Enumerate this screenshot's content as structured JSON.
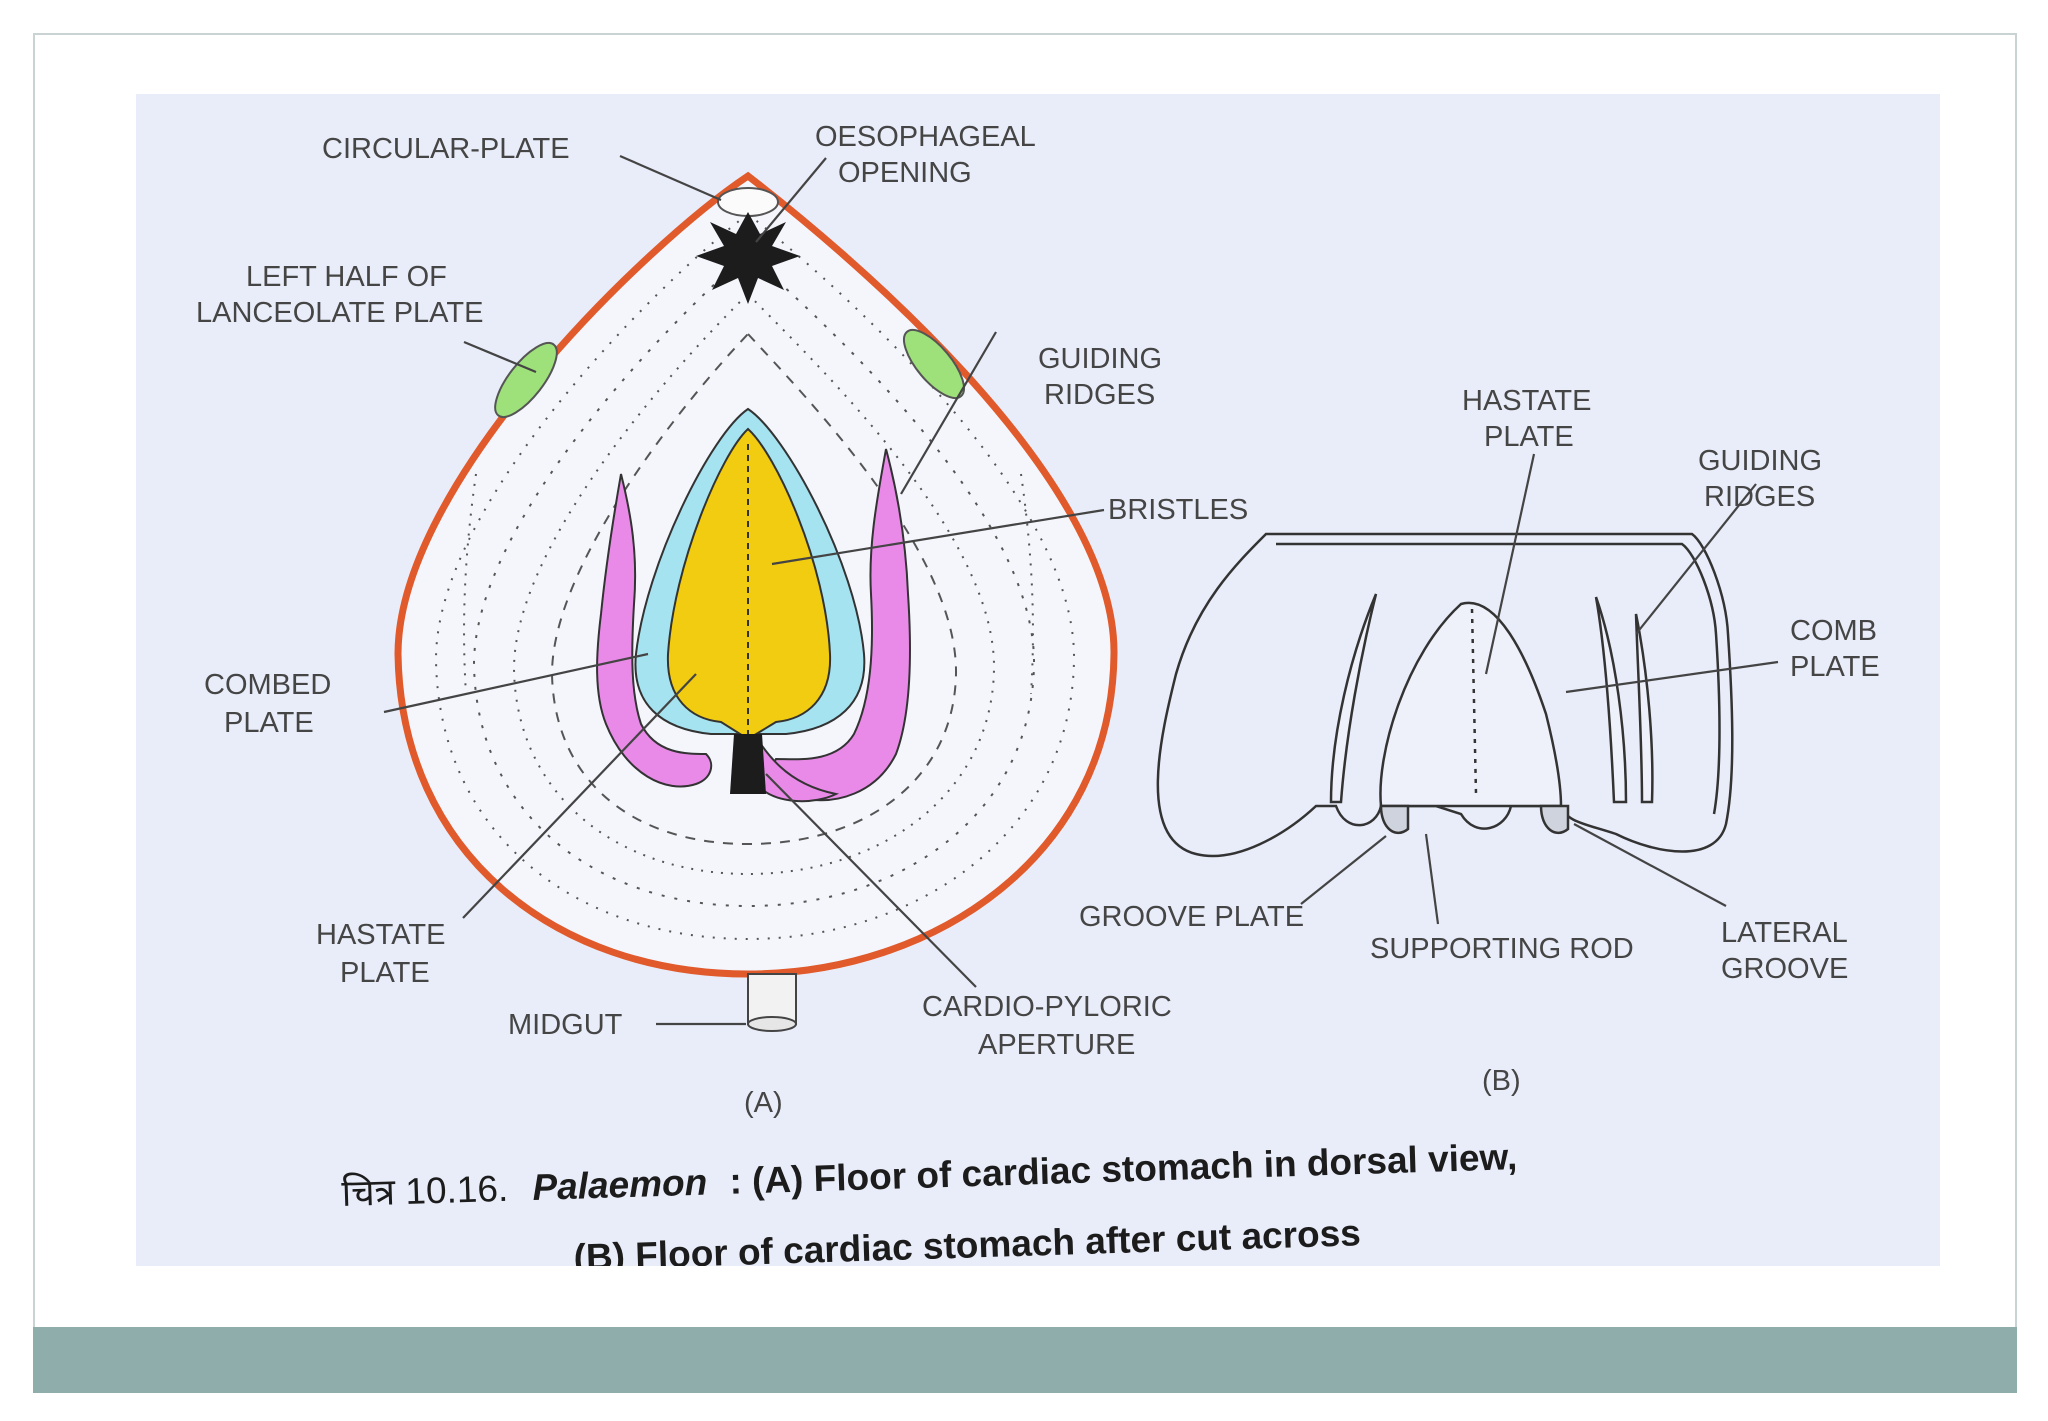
{
  "colors": {
    "photo_background": "#e9edf9",
    "footer_bar": "#8fadab",
    "outer_wall": "#e05a2b",
    "lanceolate_plate": "#9ee07a",
    "bristle_zone": "#a6e3f0",
    "hastate_plate": "#f2cc10",
    "guiding_ridges": "#ea8ae8",
    "ink": "#1c1c1c"
  },
  "figure_a": {
    "labels": {
      "circular_plate": "CIRCULAR-PLATE",
      "oesophageal_opening": [
        "OESOPHAGEAL",
        "OPENING"
      ],
      "left_half_lanceolate": [
        "LEFT HALF OF",
        "LANCEOLATE PLATE"
      ],
      "guiding_ridges": [
        "GUIDING",
        "RIDGES"
      ],
      "bristles": "BRISTLES",
      "combed_plate": [
        "COMBED",
        "PLATE"
      ],
      "hastate_plate": [
        "HASTATE",
        "PLATE"
      ],
      "midgut": "MIDGUT",
      "cardio_pyloric_aperture": [
        "CARDIO-PYLORIC",
        "APERTURE"
      ]
    },
    "panel_letter": "(A)"
  },
  "figure_b": {
    "labels": {
      "hastate_plate": [
        "HASTATE",
        "PLATE"
      ],
      "guiding_ridges": [
        "GUIDING",
        "RIDGES"
      ],
      "comb_plate": [
        "COMB",
        "PLATE"
      ],
      "groove_plate": "GROOVE PLATE",
      "supporting_rod": "SUPPORTING ROD",
      "lateral_groove": [
        "LATERAL",
        "GROOVE"
      ]
    },
    "panel_letter": "(B)"
  },
  "caption": {
    "prefix": "चित्र 10.16.",
    "genus": "Palaemon",
    "line1_rest": ": (A) Floor of cardiac stomach in dorsal view,",
    "line2": "(B) Floor of cardiac stomach after cut across"
  }
}
